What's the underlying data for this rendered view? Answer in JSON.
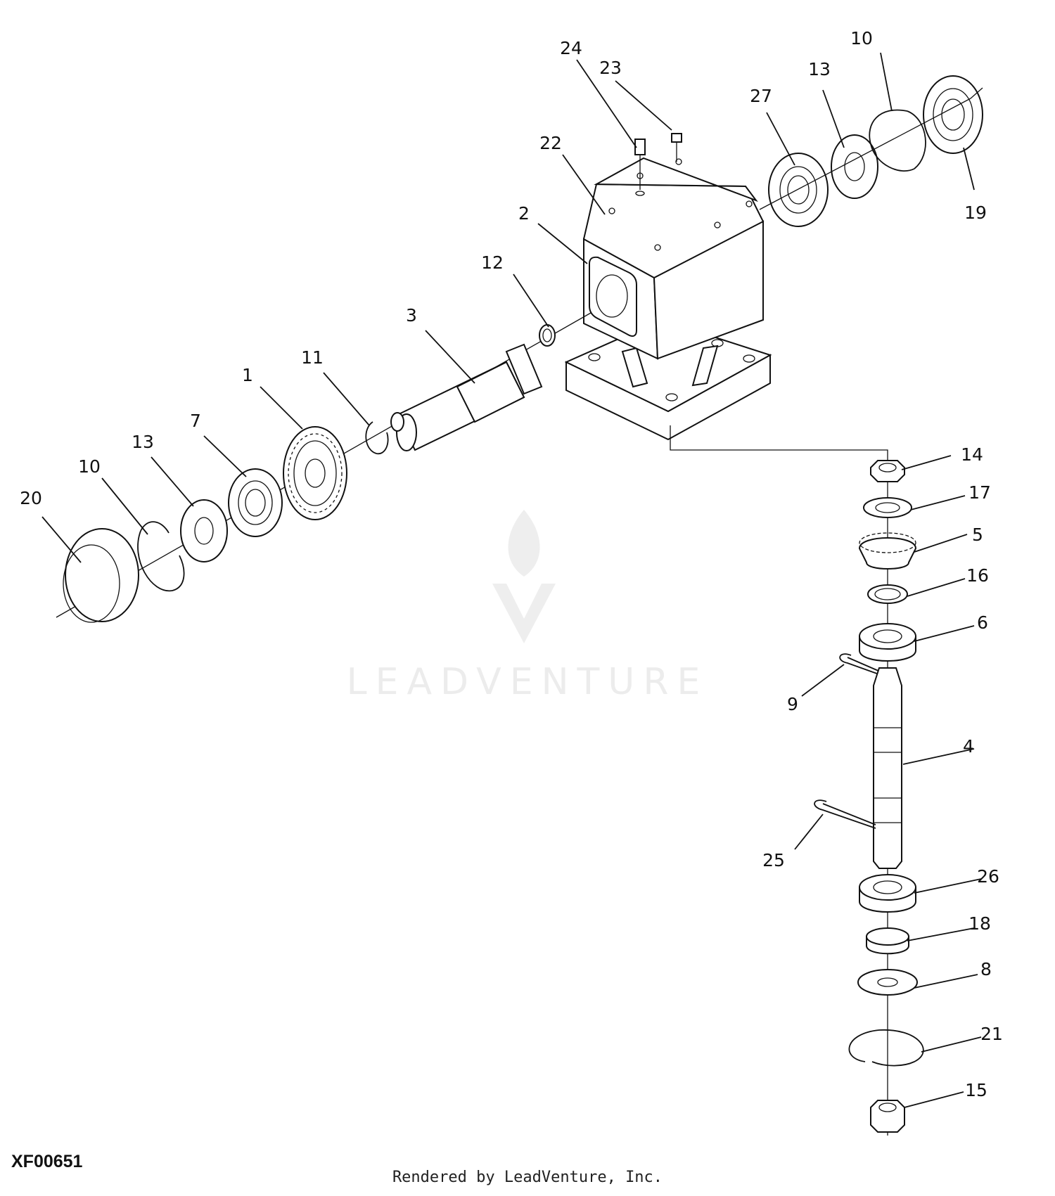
{
  "figure_code": "XF00651",
  "credit": "Rendered by LeadVenture, Inc.",
  "watermark": "LEADVENTURE",
  "callouts": [
    "1",
    "2",
    "3",
    "4",
    "5",
    "6",
    "7",
    "8",
    "9",
    "10",
    "10",
    "11",
    "12",
    "13",
    "13",
    "14",
    "15",
    "16",
    "17",
    "18",
    "19",
    "20",
    "21",
    "22",
    "23",
    "24",
    "25",
    "26",
    "27"
  ]
}
